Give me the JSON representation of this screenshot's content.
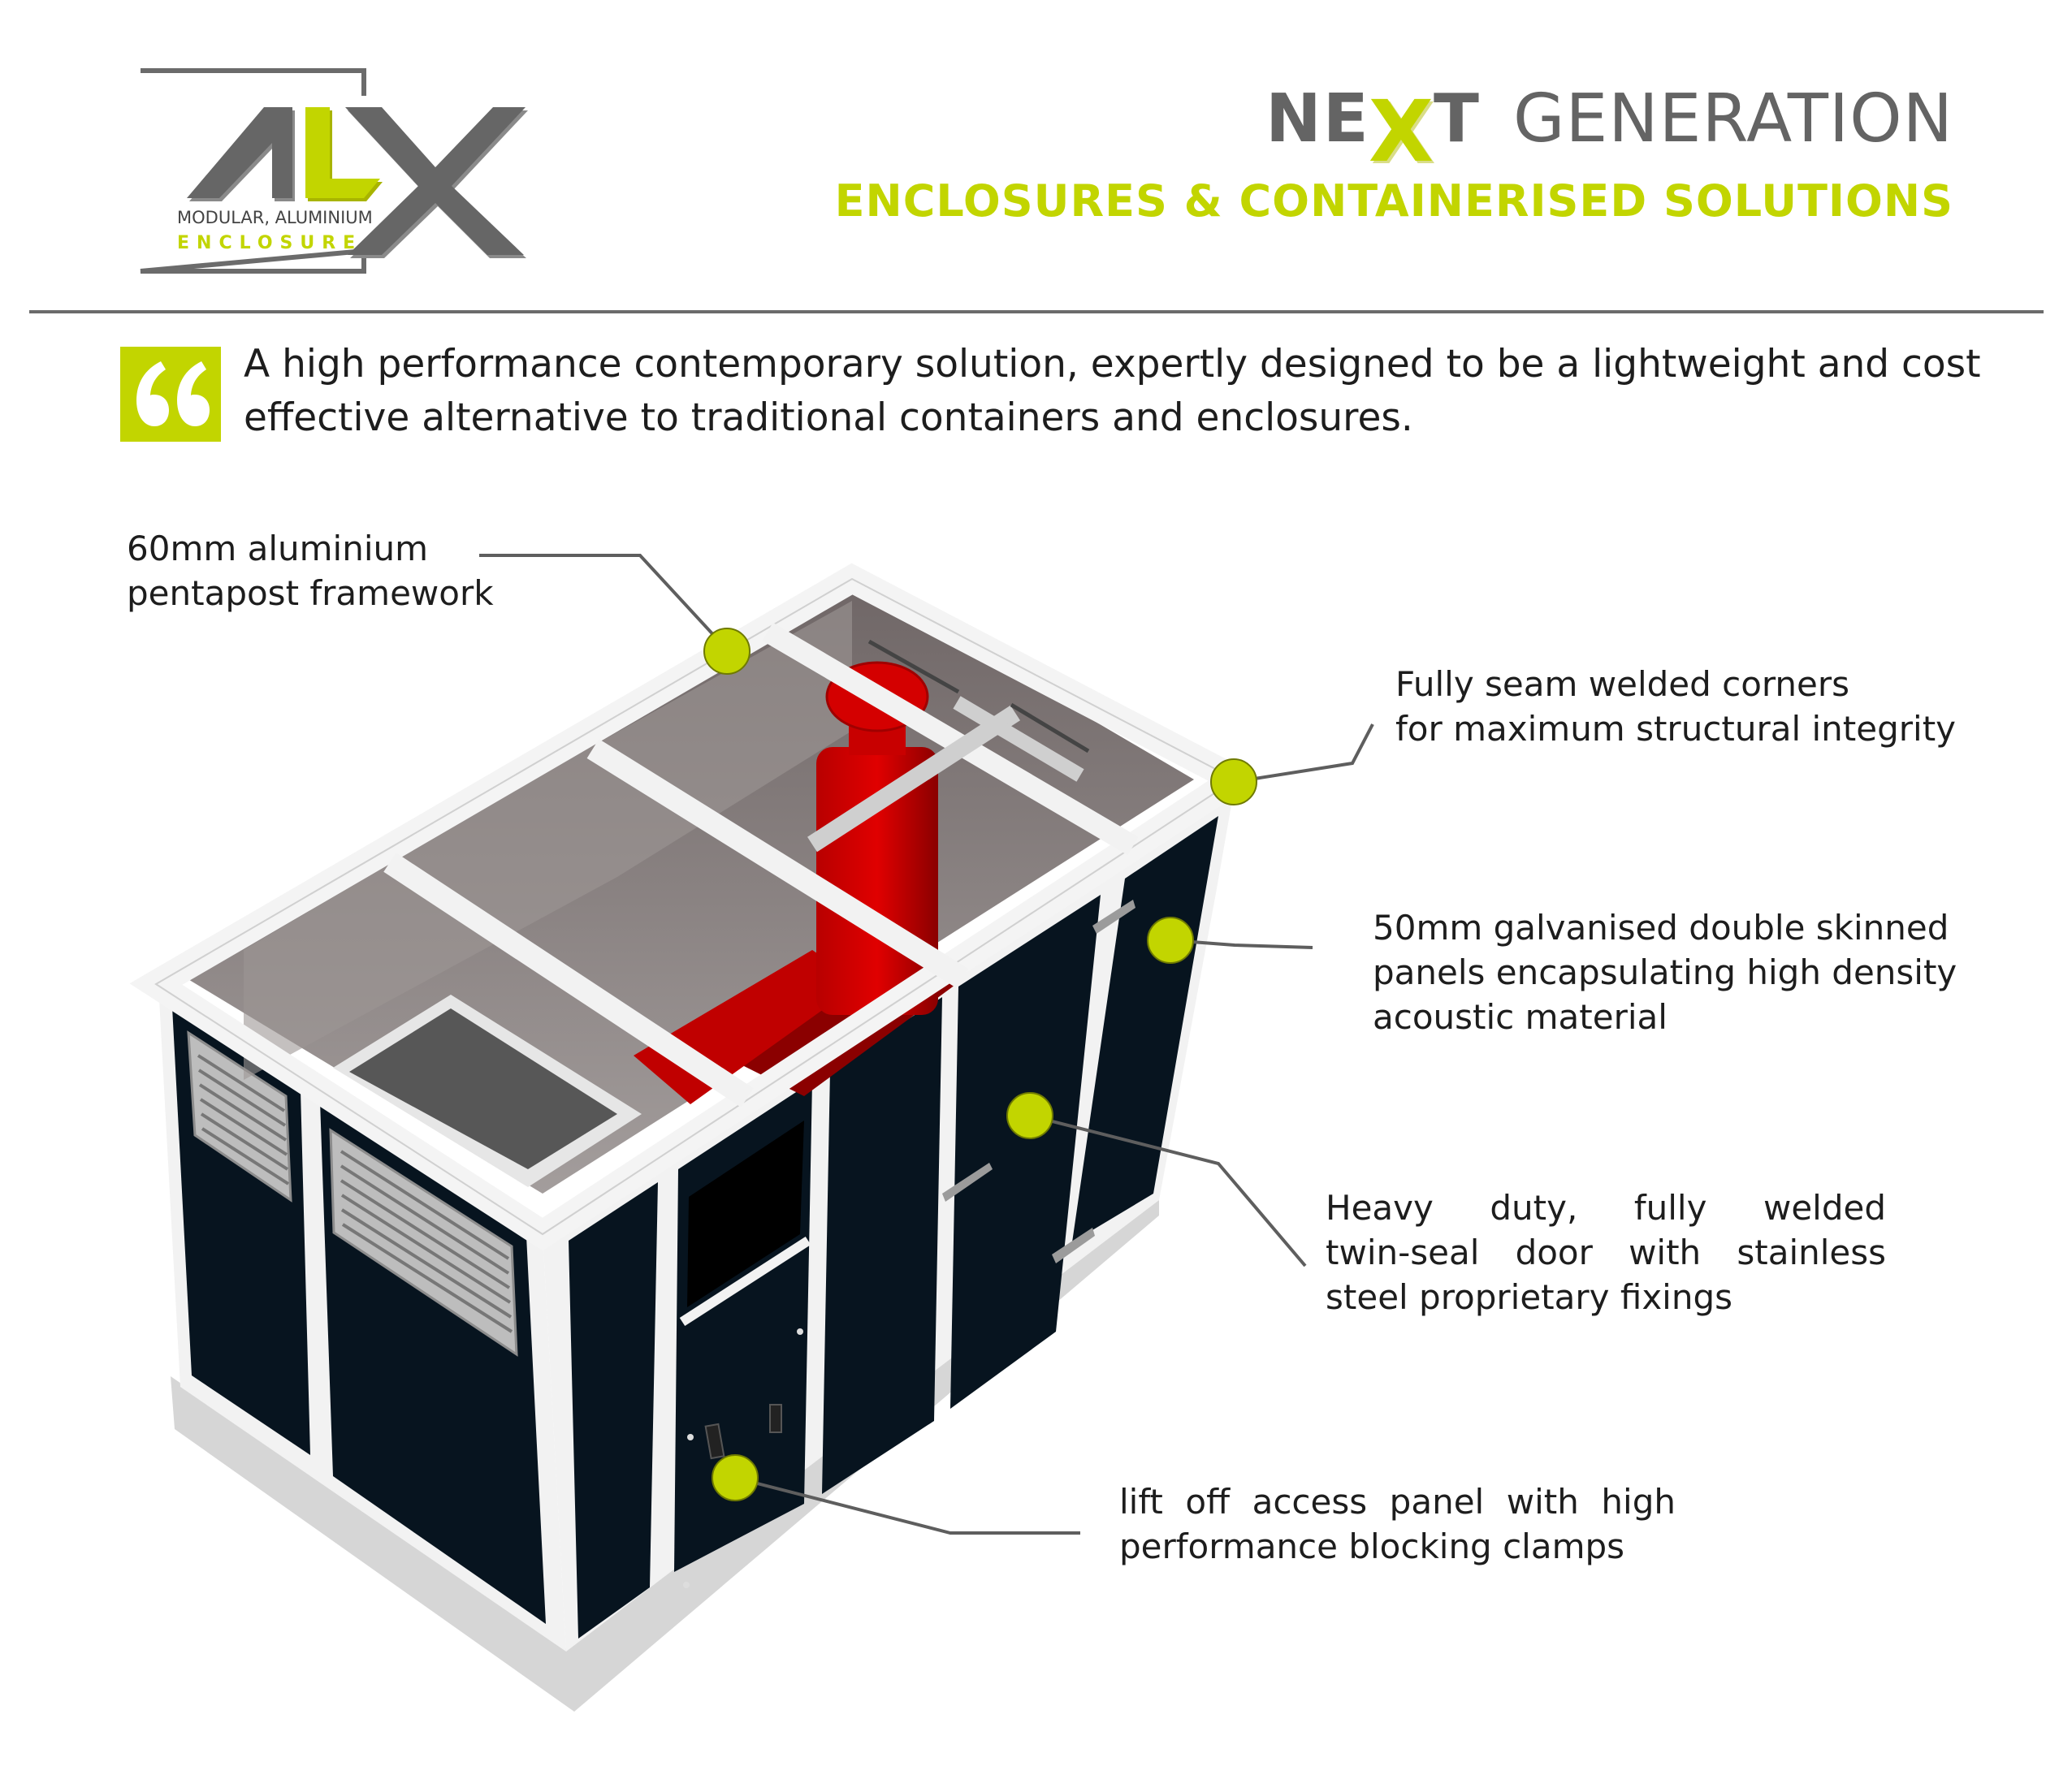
{
  "brand": {
    "logo_letters": "ALX",
    "logo_tagline_1": "MODULAR, ALUMINIUM",
    "logo_tagline_2": "ENCLOSURE",
    "accent_color": "#c2d500",
    "gray_color": "#646464"
  },
  "header": {
    "headline_prefix": "NE",
    "headline_x": "X",
    "headline_suffix": "T",
    "headline_rest": "GENERATION",
    "subheadline": "ENCLOSURES & CONTAINERISED SOLUTIONS"
  },
  "intro": {
    "quote_icon": "quote-mark-icon",
    "text": "A high performance contemporary solution, expertly designed to be a lightweight and cost effective alternative to traditional containers and enclosures."
  },
  "callouts": [
    {
      "id": "framework",
      "lines": [
        "60mm aluminium",
        "pentapost framework"
      ]
    },
    {
      "id": "corners",
      "lines": [
        "Fully seam welded corners",
        "for maximum structural integrity"
      ]
    },
    {
      "id": "panels",
      "lines": [
        "50mm galvanised double skinned",
        "panels encapsulating high density",
        "acoustic material"
      ]
    },
    {
      "id": "door",
      "lines": [
        "Heavy duty, fully welded",
        "twin-seal door with stainless",
        "steel proprietary fixings"
      ]
    },
    {
      "id": "access",
      "lines": [
        "lift off access panel with high",
        "performance blocking clamps"
      ]
    }
  ],
  "illustration": {
    "subject": "ALX modular aluminium enclosure (open-top isometric view)",
    "colors": {
      "frame": "#f2f2f2",
      "panel": "#07141f",
      "interior": "#8d8584",
      "exhaust": "#d10000",
      "leader_line": "#5e5e5e",
      "marker": "#c2d500"
    }
  }
}
